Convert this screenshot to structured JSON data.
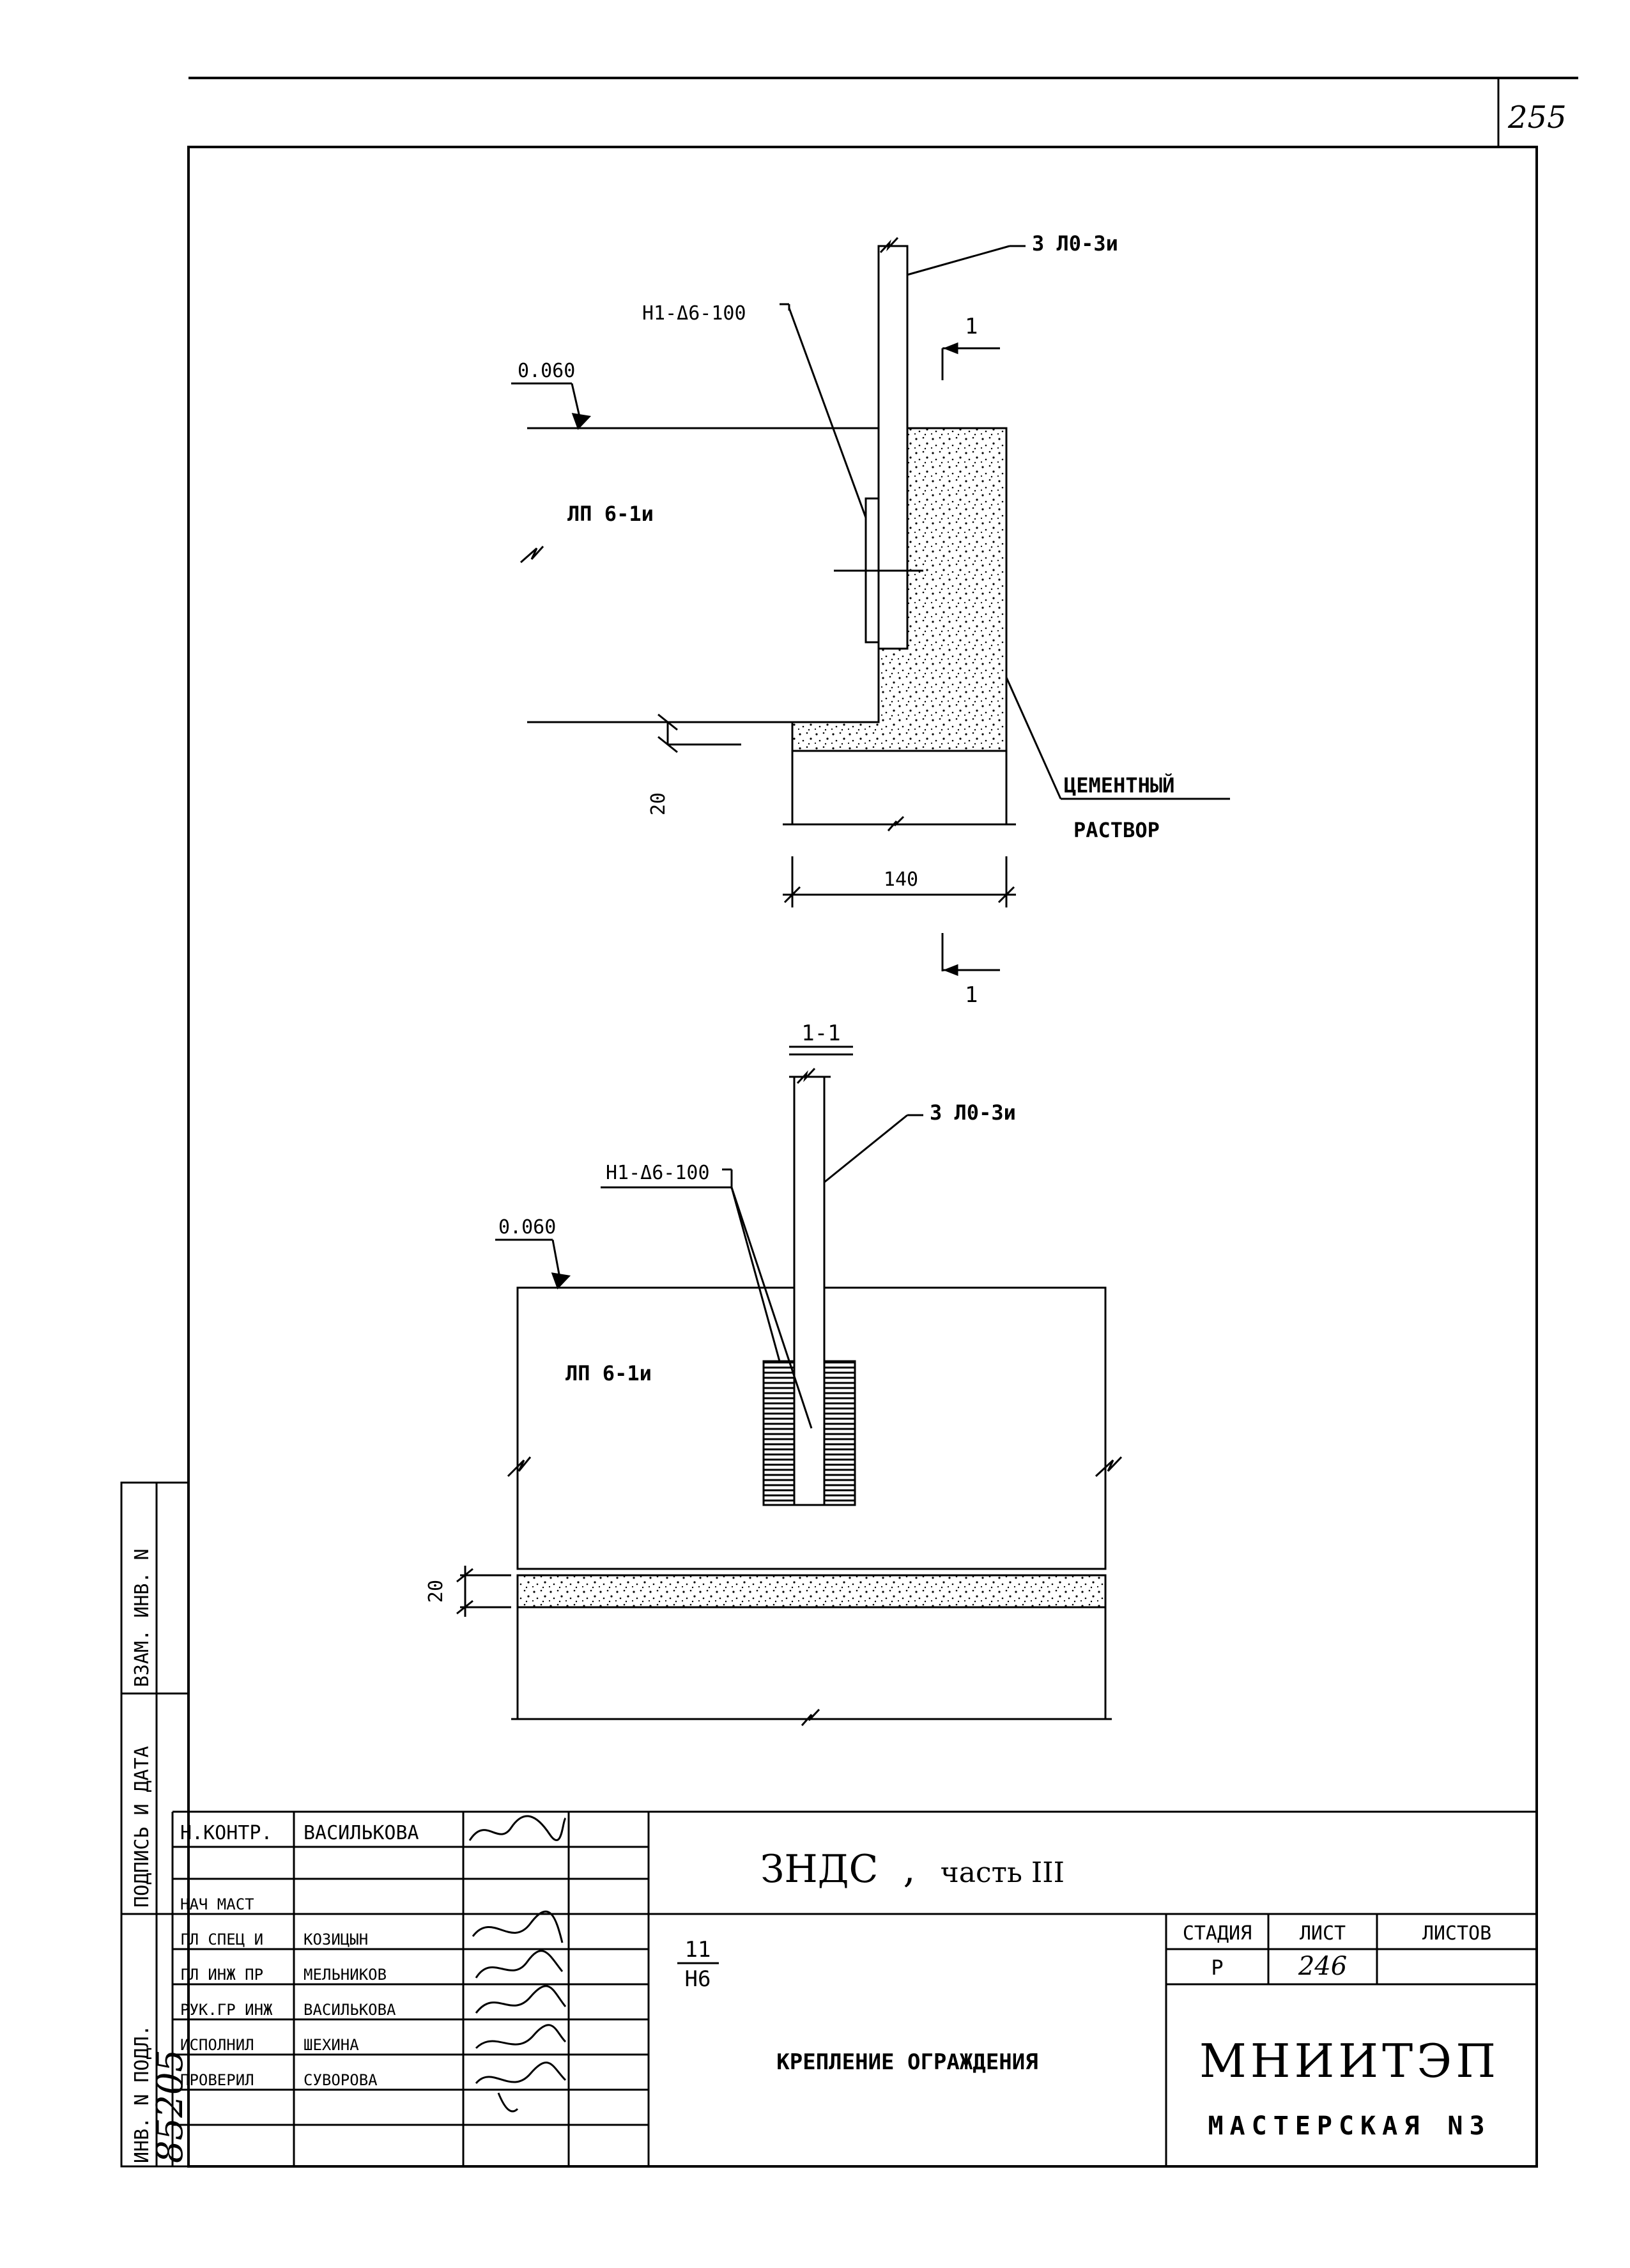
{
  "page_number": "255",
  "section_top": {
    "elevation": "0.060",
    "block_label": "ЛП 6-1и",
    "post_label": "3 Л0-3и",
    "anchor_label": "Н1-Δ6-100",
    "section_marker": "1",
    "dim_bed": "20",
    "dim_width": "140",
    "mortar_label_1": "ЦЕМЕНТНЫЙ",
    "mortar_label_2": "РАСТВОР"
  },
  "section_bottom": {
    "title": "1-1",
    "elevation": "0.060",
    "block_label": "ЛП 6-1и",
    "post_label": "3 Л0-3и",
    "anchor_label": "Н1-Δ6-100",
    "dim_bed": "20"
  },
  "side_stamp": {
    "inv_podl": "ИНВ. N ПОДЛ.",
    "podpis_data": "ПОДПИСЬ И ДАТА",
    "vzam_inv": "ВЗАМ. ИНВ. N",
    "inv_number": "85205"
  },
  "title_block": {
    "project": "ЗНДС",
    "separator": ",",
    "part": "часть III",
    "sheet_code_num": "11",
    "sheet_code_den": "Н6",
    "sheet_title": "КРЕПЛЕНИЕ ОГРАЖДЕНИЯ",
    "stage_header": "СТАДИЯ",
    "sheet_header": "ЛИСТ",
    "sheets_header": "ЛИСТОВ",
    "stage_value": "Р",
    "sheet_value": "246",
    "sheets_value": "",
    "org_name": "МНИИТЭП",
    "org_workshop": "МАСТЕРСКАЯ N3",
    "roles": [
      {
        "role": "Н.КОНТР.",
        "name": "ВАСИЛЬКОВА"
      },
      {
        "role": "",
        "name": ""
      },
      {
        "role": "НАЧ МАСТ",
        "name": ""
      },
      {
        "role": "ГЛ СПЕЦ И",
        "name": "КОЗИЦЫН"
      },
      {
        "role": "ГЛ ИНЖ ПР",
        "name": "МЕЛЬНИКОВ"
      },
      {
        "role": "РУК.ГР ИНЖ",
        "name": "ВАСИЛЬКОВА"
      },
      {
        "role": "ИСПОЛНИЛ",
        "name": "ШЕХИНА"
      },
      {
        "role": "ПРОВЕРИЛ",
        "name": "СУВОРОВА"
      }
    ]
  }
}
